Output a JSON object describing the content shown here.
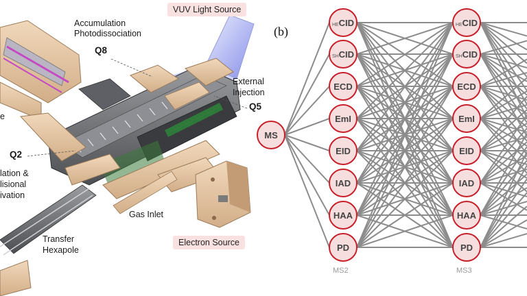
{
  "labels": {
    "vuv_light_source": "VUV Light Source",
    "accumulation_line1": "Accumulation",
    "accumulation_line2": "Photodissociation",
    "q8": "Q8",
    "external_line1": "External",
    "external_line2": "Injection",
    "q5": "Q5",
    "q2": "Q2",
    "left_line1": "lation &",
    "left_line2": "lisional",
    "left_line3": "ivation",
    "left_top": "e",
    "gas_inlet": "Gas Inlet",
    "transfer_line1": "Transfer",
    "transfer_line2": "Hexapole",
    "electron_source": "Electron Source",
    "panel_b": "(b)"
  },
  "network": {
    "source_node": "MS",
    "stages": [
      {
        "name": "MS2",
        "nodes": [
          {
            "prefix": "HE",
            "label": "CID"
          },
          {
            "prefix": "SH",
            "label": "CID"
          },
          {
            "prefix": "",
            "label": "ECD"
          },
          {
            "prefix": "",
            "label": "EmI"
          },
          {
            "prefix": "",
            "label": "EID"
          },
          {
            "prefix": "",
            "label": "IAD"
          },
          {
            "prefix": "",
            "label": "HAA"
          },
          {
            "prefix": "",
            "label": "PD"
          }
        ]
      },
      {
        "name": "MS3",
        "nodes": [
          {
            "prefix": "HE",
            "label": "CID"
          },
          {
            "prefix": "SH",
            "label": "CID"
          },
          {
            "prefix": "",
            "label": "ECD"
          },
          {
            "prefix": "",
            "label": "EmI"
          },
          {
            "prefix": "",
            "label": "EID"
          },
          {
            "prefix": "",
            "label": "IAD"
          },
          {
            "prefix": "",
            "label": "HAA"
          },
          {
            "prefix": "",
            "label": "PD"
          }
        ]
      }
    ],
    "colors": {
      "node_stroke": "#c8202a",
      "node_fill": "#f6dede",
      "edge": "#8c8c8c",
      "stage_label": "#999999"
    }
  },
  "colors": {
    "callout_bg": "#f9e1e1",
    "wood": "#e8c9a6",
    "steel": "#6d6f73"
  }
}
